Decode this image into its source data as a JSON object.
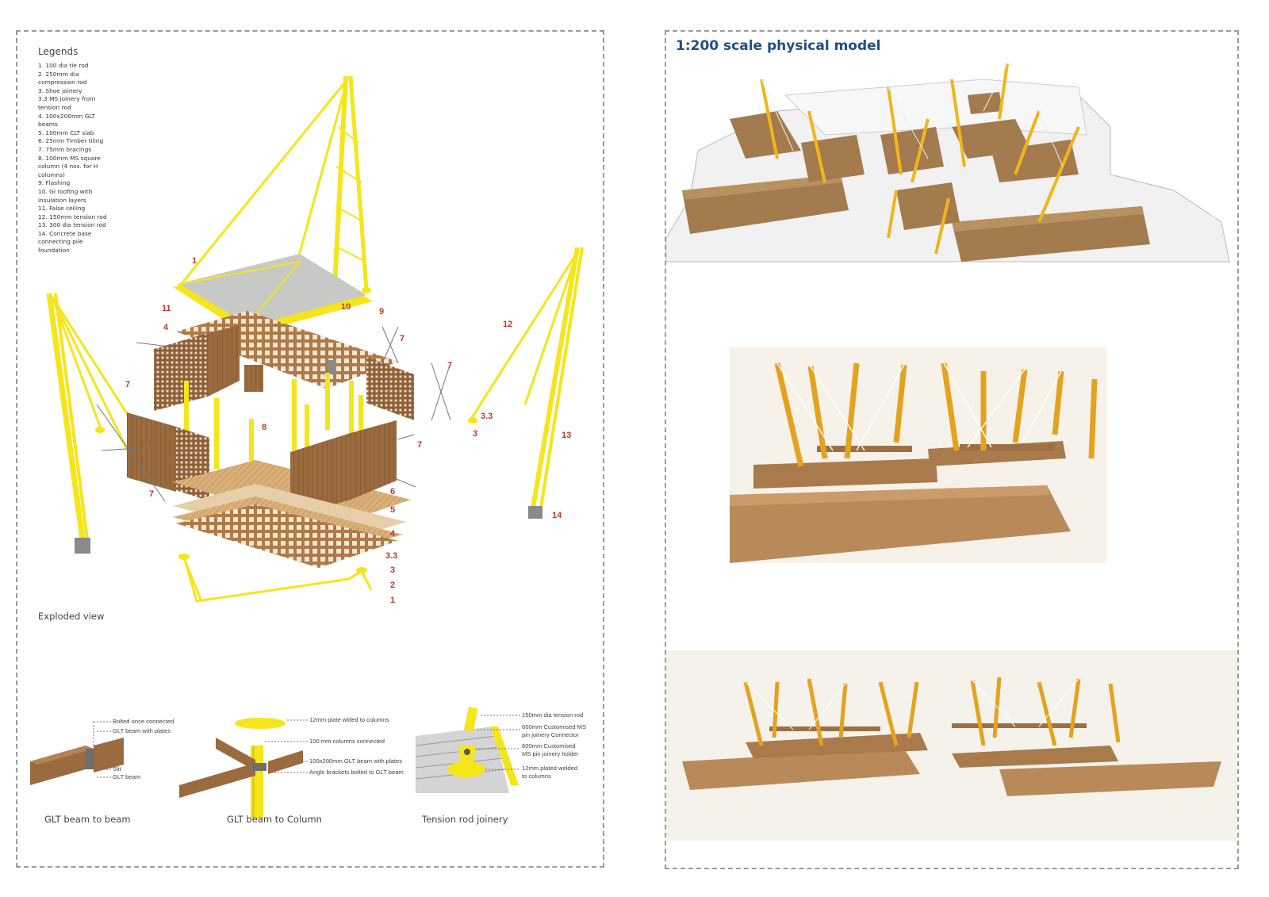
{
  "legend": {
    "title": "Legends",
    "items": [
      "1. 100 dia tie rod",
      "2. 250mm dia",
      "compression rod",
      "3. Shoe joinery",
      "3.3 MS joinery from",
      "tension rod",
      "4. 100x200mm GLT",
      "beams",
      "5. 100mm CLT slab",
      "6. 25mm Timber tiling",
      "7. 75mm bracings",
      "8. 100mm MS square",
      "column (4 nos. for H",
      "columns)",
      "9. Flashing",
      "10. GI roofing with",
      "insulation layers",
      "11. False ceiling",
      "12. 150mm tension rod",
      "13. 300 dia tension rod",
      "14. Concrete base",
      "connecting pile",
      "foundation"
    ]
  },
  "exploded_caption": "Exploded view",
  "callouts": {
    "n1a": "1",
    "n11": "11",
    "n10": "10",
    "n9": "9",
    "n4a": "4",
    "n7a": "7",
    "n7b": "7",
    "n7c": "7",
    "n8": "8",
    "n7d": "7",
    "n7e": "7",
    "n12": "12",
    "n33a": "3.3",
    "n3a": "3",
    "n13": "13",
    "n14": "14",
    "n6": "6",
    "n5": "5",
    "n4b": "4",
    "n33b": "3.3",
    "n3b": "3",
    "n2": "2",
    "n1b": "1"
  },
  "details": {
    "beam": {
      "caption": "GLT beam to beam",
      "notes": [
        "Bolted once connected",
        "GLT beam with plates",
        "Slit",
        "GLT beam"
      ]
    },
    "column": {
      "caption": "GLT beam to Column",
      "notes": [
        "12mm plate wlded to columns",
        "100 mm columns connected",
        "100x200mm GLT beam with plates",
        "Angle brackets bolted to GLT beam"
      ]
    },
    "rod": {
      "caption": "Tension rod joinery",
      "notes": [
        "150mm dia tension rod",
        "600mm Customised MS",
        "pin joinery Connector",
        "600mm Customised",
        "MS pin joinery holder",
        "12mm plated welded",
        "to columns"
      ]
    }
  },
  "model": {
    "title": "1:200 scale physical model"
  },
  "colors": {
    "accent_yellow": "#f5e51b",
    "timber": "#9a6b3f",
    "callout_red": "#c0392b",
    "title_blue": "#1f4f86"
  }
}
